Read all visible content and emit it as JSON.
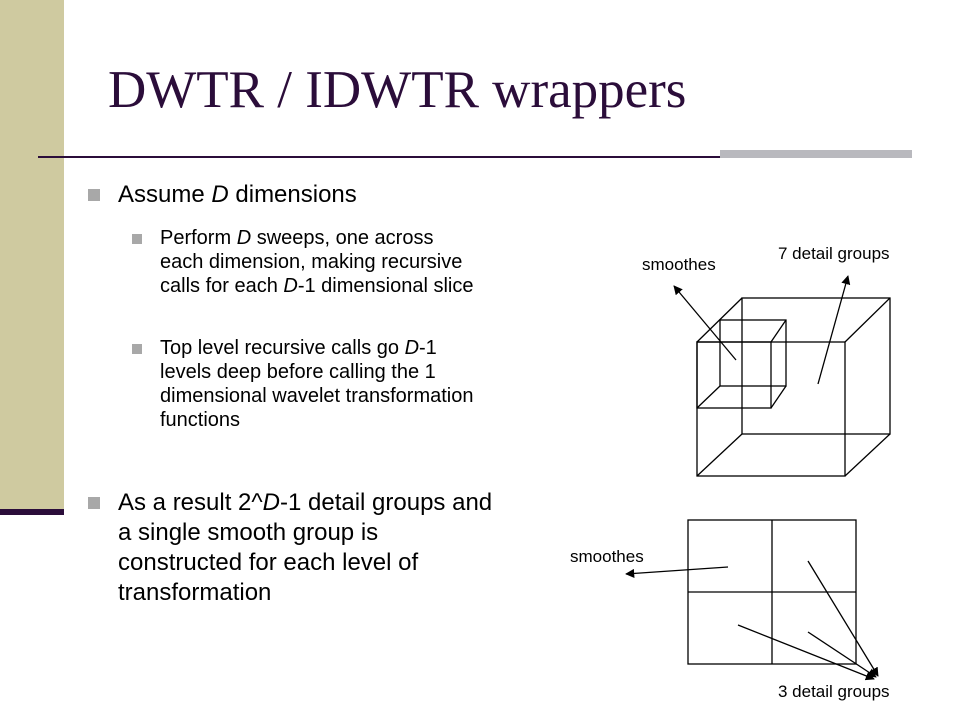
{
  "title": "DWTR / IDWTR wrappers",
  "bullets": [
    {
      "level": 1,
      "before": "Assume ",
      "var": "D",
      "after": " dimensions"
    },
    {
      "level": 2,
      "lines": [
        {
          "before": "Perform ",
          "var": "D",
          "after": " sweeps, one across"
        },
        {
          "text": "each dimension, making recursive"
        },
        {
          "before": "calls for each ",
          "var": "D",
          "after": "-1 dimensional slice"
        }
      ]
    },
    {
      "level": 2,
      "lines": [
        {
          "before": "Top level recursive calls go ",
          "var": "D",
          "after": "-1"
        },
        {
          "text": "levels deep before calling the 1"
        },
        {
          "text": "dimensional wavelet transformation"
        },
        {
          "text": "functions"
        }
      ]
    },
    {
      "level": 1,
      "lines": [
        {
          "before": "As a result 2^",
          "var": "D",
          "after": "-1 detail groups and"
        },
        {
          "text": "a single smooth group is"
        },
        {
          "text": "constructed for each level of"
        },
        {
          "text": "transformation"
        }
      ]
    }
  ],
  "cube_diagram": {
    "smooth_label": "smoothes",
    "detail_label": "7 detail groups"
  },
  "grid_diagram": {
    "smooth_label": "smoothes",
    "detail_label": "3 detail groups"
  }
}
